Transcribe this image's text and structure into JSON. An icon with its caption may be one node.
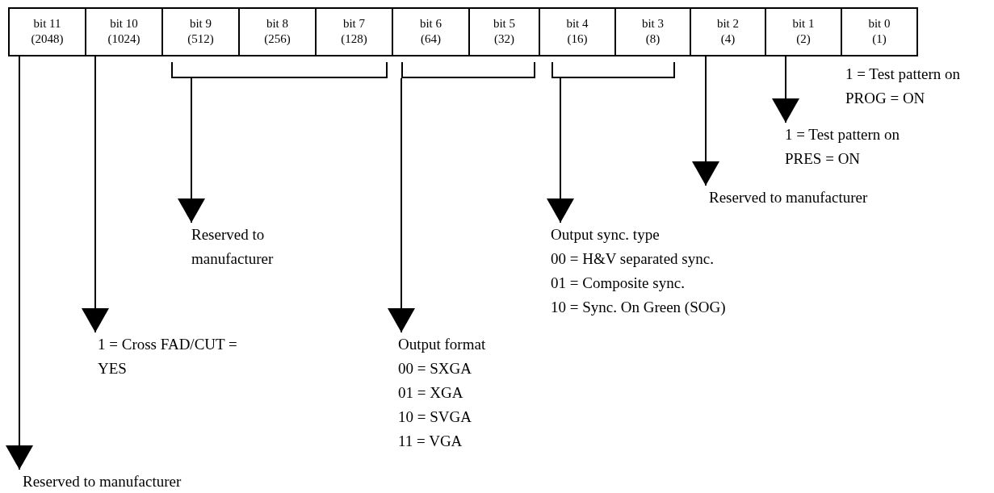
{
  "diagram": {
    "nodes": [
      {
        "text": [
          "bit 11",
          "(2048)"
        ]
      },
      {
        "text": [
          "bit 10",
          "(1024)"
        ]
      },
      {
        "text": [
          "bit 9",
          "(512)"
        ]
      },
      {
        "text": [
          "bit 8",
          "(256)"
        ]
      },
      {
        "text": [
          "bit 7",
          "(128)"
        ]
      },
      {
        "text": [
          "bit 6",
          "(64)"
        ]
      },
      {
        "text": [
          "bit 5",
          "(32)"
        ]
      },
      {
        "text": [
          "bit 4",
          "(16)"
        ]
      },
      {
        "text": [
          "bit 3",
          "(8)"
        ]
      },
      {
        "text": [
          "bit 2",
          "(4)"
        ]
      },
      {
        "text": [
          "bit 1",
          "(2)"
        ]
      },
      {
        "text": [
          "bit 0",
          "(1)"
        ],
        "beside": [
          "1 = Test pattern on PROG = ON"
        ]
      },
      {
        "text": [],
        "shape": "bracket"
      },
      {
        "text": [],
        "shape": "bracket"
      },
      {
        "text": [],
        "shape": "bracket"
      },
      {
        "text": [
          "1 = Test pattern on PRES = ON"
        ]
      },
      {
        "text": [
          "Reserved to manufacturer"
        ]
      },
      {
        "text": [
          "Reserved to manufacturer"
        ]
      },
      {
        "text": [
          "Output sync. type",
          "00 = H&V separated sync.",
          "01 = Composite sync.",
          "10 = Sync. On Green (SOG)"
        ]
      },
      {
        "text": [
          "1 = Cross FAD/CUT = YES"
        ]
      },
      {
        "text": [
          "Output format",
          "00 = SXGA",
          "01 = XGA",
          "10 = SVGA",
          "11 = VGA"
        ]
      },
      {
        "text": [
          "Reserved to manufacturer"
        ]
      }
    ],
    "edges": [
      {
        "from": 10,
        "to": 15,
        "arrow": "to"
      },
      {
        "from": 9,
        "to": 16,
        "arrow": "to"
      },
      {
        "from": 12,
        "to": 17,
        "arrow": "to"
      },
      {
        "from": 14,
        "to": 18,
        "arrow": "to"
      },
      {
        "from": 1,
        "to": 19,
        "arrow": "to"
      },
      {
        "from": 13,
        "to": 20,
        "arrow": "to"
      },
      {
        "from": 0,
        "to": 21,
        "arrow": "to"
      }
    ]
  }
}
